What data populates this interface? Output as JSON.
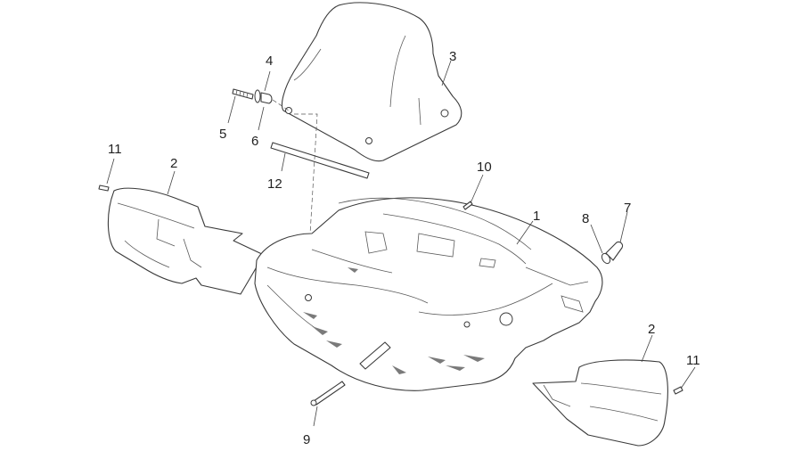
{
  "callouts": {
    "c1": "1",
    "c2a": "2",
    "c2b": "2",
    "c3": "3",
    "c4": "4",
    "c5": "5",
    "c6": "6",
    "c7": "7",
    "c8": "8",
    "c9": "9",
    "c10": "10",
    "c11a": "11",
    "c11b": "11",
    "c12": "12"
  }
}
